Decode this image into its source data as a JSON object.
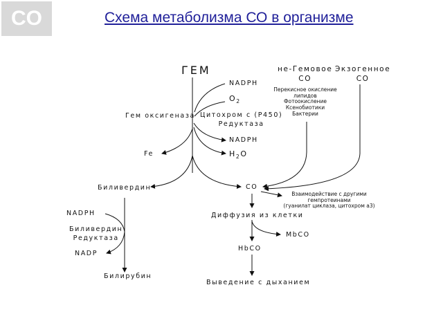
{
  "badge": "CO",
  "title": "Схема метаболизма СО в организме",
  "colors": {
    "title": "#1f1f99",
    "badge_bg": "#d9d9d9",
    "badge_text": "#ffffff",
    "lines": "#111111"
  },
  "nodes": {
    "heme": "ГЕМ",
    "non_heme_co": [
      "не-Гемовое",
      "СО"
    ],
    "exogenous_co": [
      "Экзогенное",
      "СО"
    ],
    "non_heme_sources": [
      "Перекисное окисление",
      "липидов",
      "Фотоокисление",
      "Ксенобиотики",
      "Бактерии"
    ],
    "nadph_top": "NADPH",
    "o2": "O",
    "o2_sub": "2",
    "heme_oxygenase": "Гем оксигеназа",
    "cytochrome": [
      "Цитохром с (Р450)",
      "Редуктаза"
    ],
    "nadph_mid": "NADPH",
    "fe": "Fe",
    "h2o": "H",
    "h2o_sub": "2",
    "h2o_end": "O",
    "biliverdin": "Биливердин",
    "co": "СО",
    "interaction": [
      "Взаимодействие с другими",
      "гемпротеинами",
      "(гуанилат циклаза, цитохром а3)"
    ],
    "nadph_left": "NADPH",
    "biliverdin_reductase": [
      "Биливердин",
      "Редуктаза"
    ],
    "nadp": "NADP",
    "diffusion": "Диффузия из клетки",
    "mbco": "MbCO",
    "hbco": "HbCO",
    "bilirubin": "Билирубин",
    "exhalation": "Выведение с дыханием"
  }
}
